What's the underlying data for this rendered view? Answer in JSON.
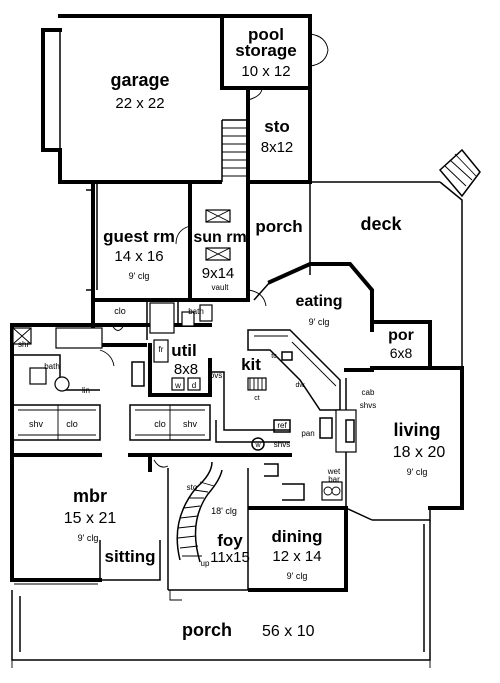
{
  "rooms": {
    "pool_storage": {
      "name1": "pool",
      "name2": "storage",
      "dim": "10 x 12"
    },
    "garage": {
      "name": "garage",
      "dim": "22 x 22"
    },
    "sto_top": {
      "name": "sto",
      "dim": "8x12"
    },
    "guest": {
      "name": "guest rm",
      "dim": "14 x 16",
      "clg": "9' clg"
    },
    "sunrm": {
      "name": "sun rm",
      "dim": "9x14",
      "note": "vault"
    },
    "porch_mid": {
      "name": "porch"
    },
    "deck": {
      "name": "deck"
    },
    "eating": {
      "name": "eating",
      "clg": "9' clg"
    },
    "por": {
      "name": "por",
      "dim": "6x8"
    },
    "util": {
      "name": "util",
      "dim": "8x8"
    },
    "kit": {
      "name": "kit"
    },
    "living": {
      "name": "living",
      "dim": "18 x 20",
      "clg": "9' clg"
    },
    "mbr": {
      "name": "mbr",
      "dim": "15 x 21",
      "clg": "9' clg"
    },
    "sitting": {
      "name": "sitting"
    },
    "foy": {
      "name": "foy",
      "dim": "11x15",
      "clg": "18' clg"
    },
    "dining": {
      "name": "dining",
      "dim": "12 x 14",
      "clg": "9' clg"
    },
    "porch_front": {
      "name": "porch",
      "dim": "56 x 10"
    }
  },
  "small_labels": {
    "clo_guest": "clo",
    "bath_guest": "bath",
    "shr": "shr",
    "bath_master": "bath",
    "lin": "lin",
    "shv_left": "shv",
    "clo_left": "clo",
    "clo_right": "clo",
    "shv_right": "shv",
    "fr": "fr",
    "w": "w",
    "d": "d",
    "ovs": "ovs",
    "tc": "tc",
    "dw": "dw",
    "ct": "ct",
    "cab": "cab",
    "shvs_kit": "shvs",
    "ref": "ref",
    "pan": "pan",
    "w_heater": "w",
    "shvs_foy": "shvs",
    "wet_bar1": "wet",
    "wet_bar2": "bar",
    "sto_stair": "sto",
    "up": "up"
  }
}
